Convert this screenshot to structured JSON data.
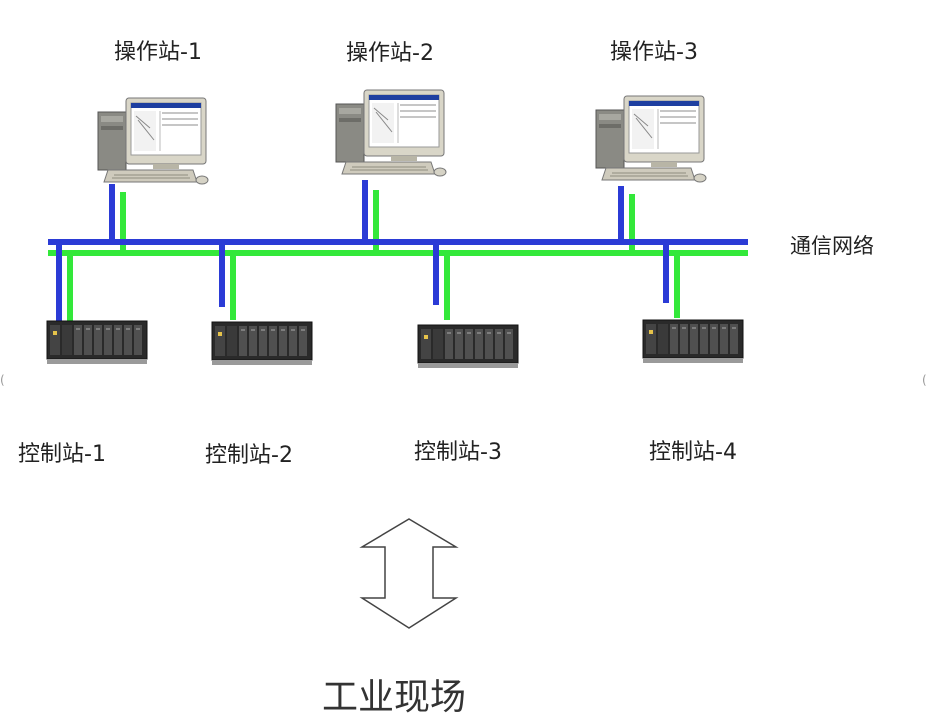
{
  "operator_stations": [
    {
      "label": "操作站-1"
    },
    {
      "label": "操作站-2"
    },
    {
      "label": "操作站-3"
    }
  ],
  "network": {
    "label": "通信网络",
    "blue_bus_color": "#2b3bd6",
    "green_bus_color": "#33e83a"
  },
  "control_stations": [
    {
      "label": "控制站-1"
    },
    {
      "label": "控制站-2"
    },
    {
      "label": "控制站-3"
    },
    {
      "label": "控制站-4"
    }
  ],
  "field": {
    "label": "工业现场",
    "arrow_icon": "double-arrow-vertical-icon"
  }
}
